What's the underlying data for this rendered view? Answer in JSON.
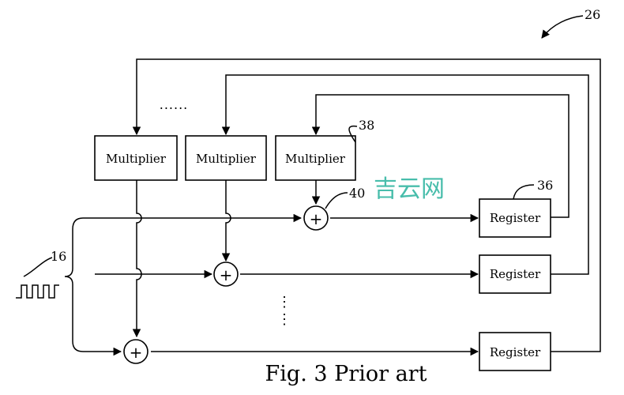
{
  "figure": {
    "caption": "Fig. 3 Prior art",
    "ellipsis_horizontal": "......",
    "ellipsis_vertical": "⋮",
    "watermark": "吉云网",
    "watermark_color": "#35b6a2"
  },
  "blocks": {
    "multiplier_label": "Multiplier",
    "register_label": "Register"
  },
  "references": {
    "device": "26",
    "multiplier": "38",
    "register": "36",
    "adder": "40",
    "clock": "16"
  },
  "symbols": {
    "adder_symbol": "+",
    "clock_icon": "square-wave-icon"
  }
}
